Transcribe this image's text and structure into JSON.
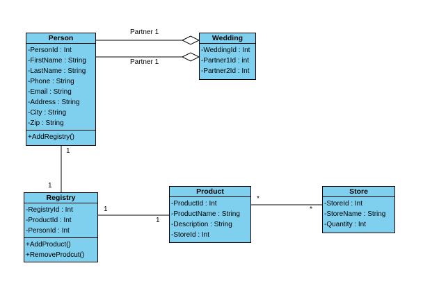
{
  "colors": {
    "class_fill": "#7fcfef",
    "line": "#000000",
    "background": "#ffffff"
  },
  "classes": {
    "person": {
      "name": "Person",
      "attributes": [
        "-PersonId : Int",
        "-FirstName : String",
        "-LastName : String",
        "-Phone : String",
        "-Email : String",
        "-Address : String",
        "-City : String",
        "-Zip : String"
      ],
      "operations": [
        "+AddRegistry()"
      ]
    },
    "wedding": {
      "name": "Wedding",
      "attributes": [
        "-WeddingId : Int",
        "-Partner1Id : int",
        "-Partner2Id : Int"
      ]
    },
    "registry": {
      "name": "Registry",
      "attributes": [
        "-RegistryId : Int",
        "-ProductId : Int",
        "-PersonId : Int"
      ],
      "operations": [
        "+AddProduct()",
        "+RemoveProdcut()"
      ]
    },
    "product": {
      "name": "Product",
      "attributes": [
        "-ProductId : Int",
        "-ProductName : String",
        "-Description : String",
        "-StoreId : Int"
      ]
    },
    "store": {
      "name": "Store",
      "attributes": [
        "-StoreId : Int",
        "-StoreName : String",
        "-Quantity : Int"
      ]
    }
  },
  "associations": {
    "person_wedding_1": {
      "label": "Partner 1"
    },
    "person_wedding_2": {
      "label": "Partner 1"
    },
    "person_registry": {
      "person_end": "1",
      "registry_end": "1"
    },
    "registry_product": {
      "registry_end": "1",
      "product_end": "1"
    },
    "product_store": {
      "product_end": "*",
      "store_end": "*"
    }
  }
}
